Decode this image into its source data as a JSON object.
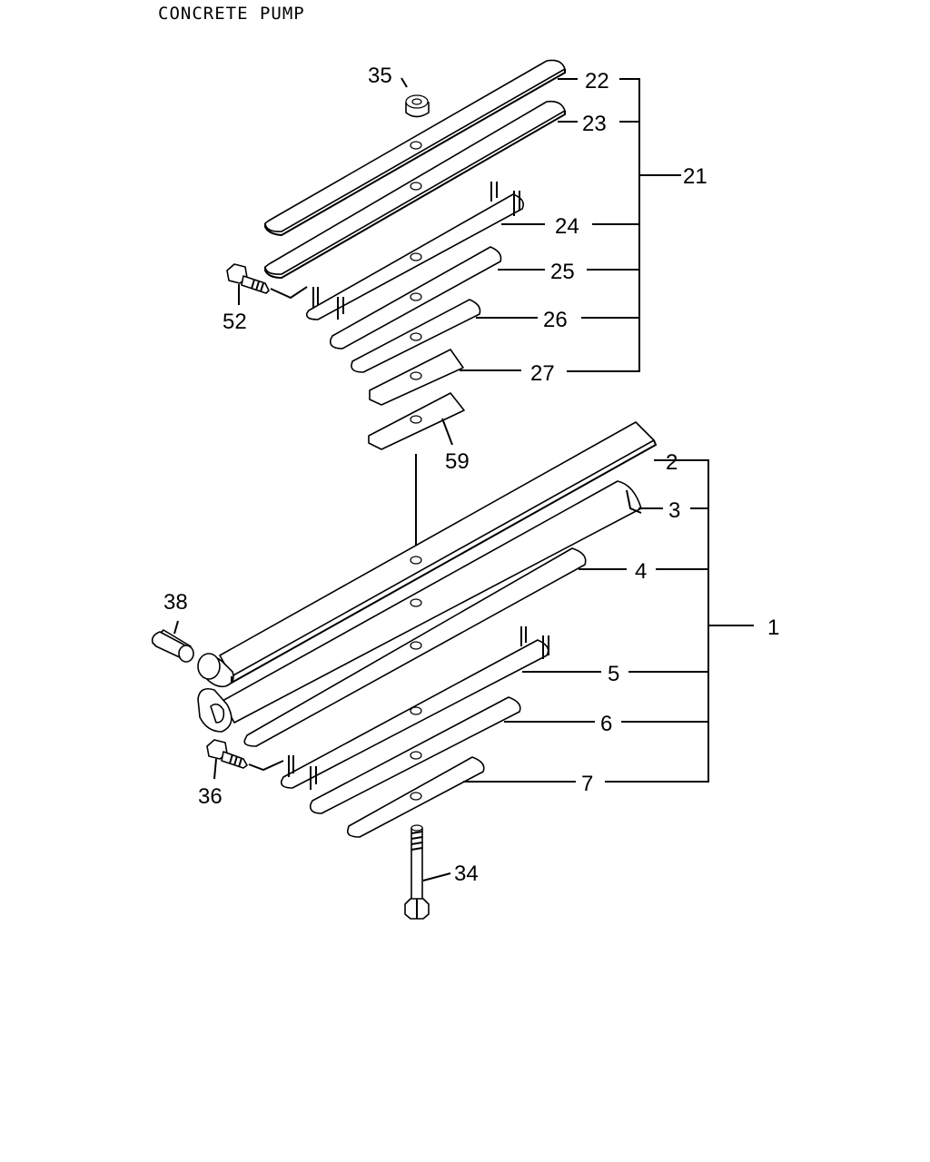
{
  "header": {
    "title": "CONCRETE PUMP"
  },
  "callouts": {
    "p22": "22",
    "p23": "23",
    "p21": "21",
    "p24": "24",
    "p25": "25",
    "p26": "26",
    "p27": "27",
    "p35": "35",
    "p52": "52",
    "p59": "59",
    "p2": "2",
    "p3": "3",
    "p1": "1",
    "p4": "4",
    "p5": "5",
    "p6": "6",
    "p7": "7",
    "p38": "38",
    "p36": "36",
    "p34": "34"
  }
}
